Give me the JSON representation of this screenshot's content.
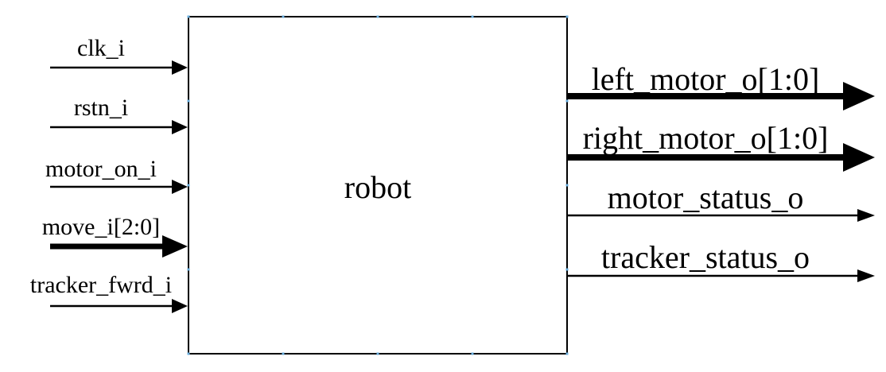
{
  "module": {
    "name": "robot"
  },
  "inputs": [
    {
      "label": "clk_i",
      "bus": false
    },
    {
      "label": "rstn_i",
      "bus": false
    },
    {
      "label": "motor_on_i",
      "bus": false
    },
    {
      "label": "move_i[2:0]",
      "bus": true
    },
    {
      "label": "tracker_fwrd_i",
      "bus": false
    }
  ],
  "outputs": [
    {
      "label": "left_motor_o[1:0]",
      "bus": true
    },
    {
      "label": "right_motor_o[1:0]",
      "bus": true
    },
    {
      "label": "motor_status_o",
      "bus": false
    },
    {
      "label": "tracker_status_o",
      "bus": false
    }
  ],
  "colors": {
    "stroke": "#000000",
    "handle": "#6aaede",
    "background": "#ffffff"
  }
}
